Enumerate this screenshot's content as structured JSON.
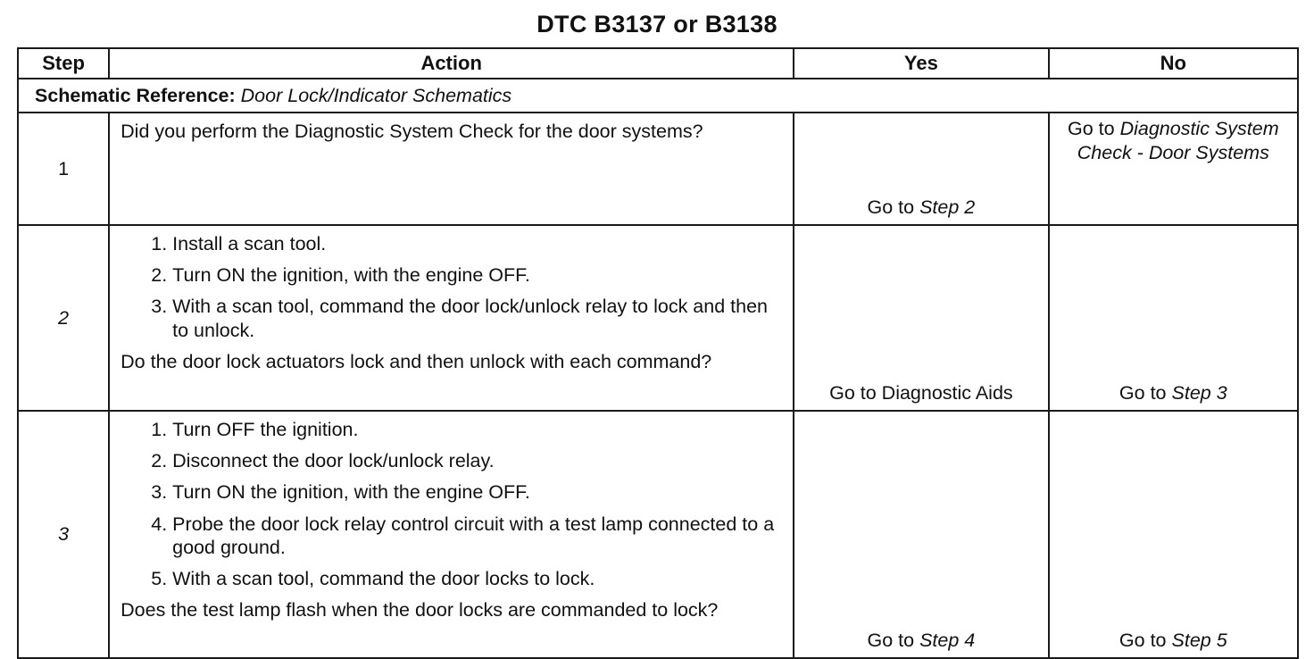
{
  "title": "DTC B3137 or B3138",
  "table": {
    "headers": {
      "step": "Step",
      "action": "Action",
      "yes": "Yes",
      "no": "No"
    },
    "schematic_reference": {
      "label": "Schematic Reference:",
      "value": "Door Lock/Indicator Schematics"
    },
    "rows": [
      {
        "step": "1",
        "substeps": [],
        "question": "Did you perform the Diagnostic System Check for the door systems?",
        "yes": {
          "prefix": "Go to",
          "target": "Step 2"
        },
        "no": {
          "prefix": "Go to",
          "target": "Diagnostic System Check - Door Systems"
        }
      },
      {
        "step": "2",
        "substeps": [
          "Install a scan tool.",
          "Turn ON the ignition, with the engine OFF.",
          "With a scan tool, command the door lock/unlock relay to lock and then to unlock."
        ],
        "question": "Do the door lock actuators lock and then unlock with each command?",
        "yes": {
          "prefix": "",
          "target": "Go to Diagnostic Aids"
        },
        "no": {
          "prefix": "Go to",
          "target": "Step 3"
        }
      },
      {
        "step": "3",
        "substeps": [
          "Turn OFF the ignition.",
          "Disconnect the door lock/unlock relay.",
          "Turn ON the ignition, with the engine OFF.",
          "Probe the door lock relay control circuit with a test lamp connected to a good ground.",
          "With a scan tool, command the door locks to lock."
        ],
        "question": "Does the test lamp flash when the door locks are commanded to lock?",
        "yes": {
          "prefix": "Go to",
          "target": "Step 4"
        },
        "no": {
          "prefix": "Go to",
          "target": "Step 5"
        }
      }
    ]
  }
}
